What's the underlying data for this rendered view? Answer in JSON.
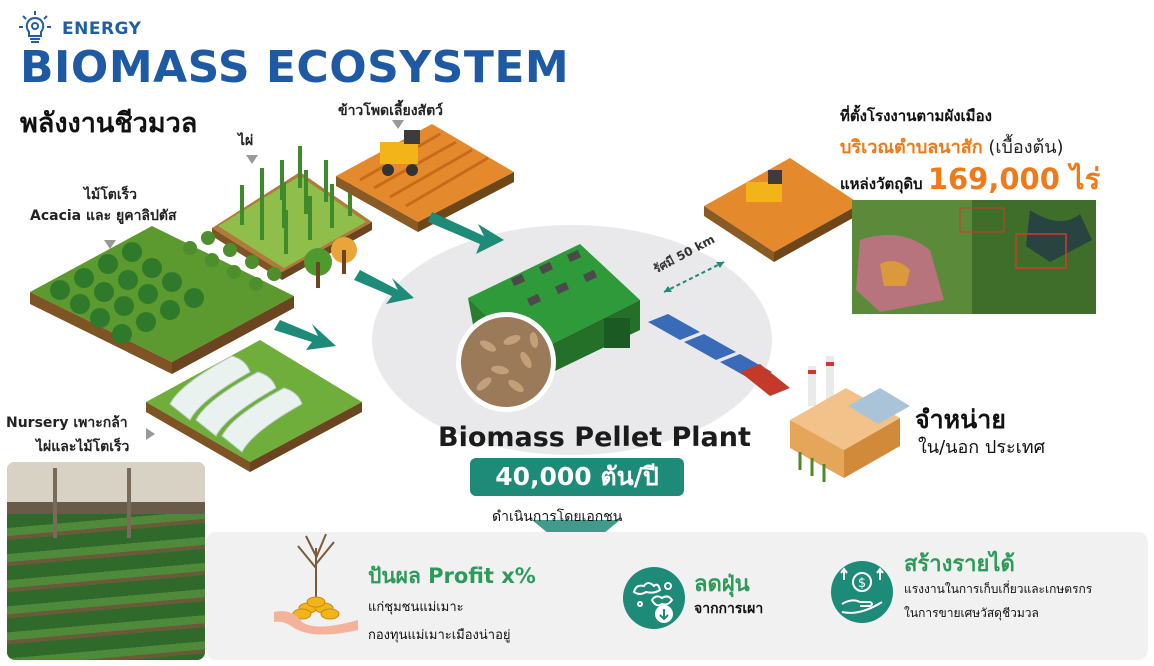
{
  "header": {
    "kicker": "ENERGY",
    "title": "BIOMASS ECOSYSTEM",
    "subtitle": "พลังงานชีวมวล"
  },
  "sources": {
    "bamboo_label": "ไผ่",
    "corn_label": "ข้าวโพดเลี้ยงสัตว์",
    "fast_trees_line1": "ไม้โตเร็ว",
    "fast_trees_line2": "Acacia และ ยูคาลิปตัส",
    "nursery_line1": "Nursery เพาะกล้า",
    "nursery_line2": "ไผ่และไม้โตเร็ว"
  },
  "plant": {
    "name": "Biomass Pellet Plant",
    "capacity": "40,000 ตัน/ปี",
    "operator": "ดำเนินการโดยเอกชน",
    "radius_label": "รัศมี 50 km"
  },
  "location": {
    "line1": "ที่ตั้งโรงงานตามผังเมือง",
    "line2_highlight": "บริเวณตำบลนาสัก",
    "line2_note": " (เบื้องต้น)",
    "line3_prefix": "แหล่งวัตถุดิบ ",
    "line3_value": "169,000 ไร่"
  },
  "sales": {
    "title": "จำหน่าย",
    "subtitle": "ใน/นอก ประเทศ"
  },
  "benefits": [
    {
      "title": "ปันผล Profit x%",
      "line1": "แก่ชุมชนแม่เมาะ",
      "line2": "กองทุนแม่เมาะเมืองน่าอยู่"
    },
    {
      "title": "ลดฝุ่น",
      "line1": "จากการเผา"
    },
    {
      "title": "สร้างรายได้",
      "line1": "แรงงานในการเก็บเกี่ยวและเกษตรกร",
      "line2": "ในการขายเศษวัสดุชีวมวล"
    }
  ],
  "colors": {
    "brand_blue": "#1d5aa3",
    "teal": "#1e8a78",
    "green": "#2e9a5a",
    "orange": "#f07a1a"
  },
  "icons": [
    "lightbulb-gear-icon",
    "money-hands-icon",
    "dust-icon",
    "income-hand-icon"
  ]
}
